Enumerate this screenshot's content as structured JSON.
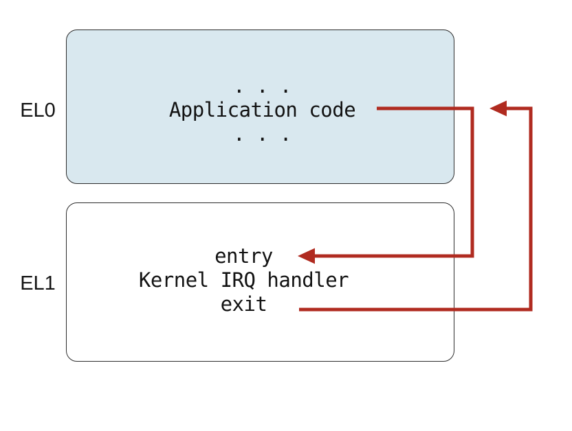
{
  "colors": {
    "arrow_red": "#b02b20",
    "el0_fill": "#d9e8ef",
    "el1_fill": "#ffffff",
    "box_border": "#2b2b2b",
    "text": "#121212",
    "background": "#ffffff"
  },
  "levels": {
    "el0": {
      "label": "EL0",
      "dots_top": ". . .",
      "text": "Application code",
      "dots_bottom": ". . ."
    },
    "el1": {
      "label": "EL1",
      "entry": "entry",
      "text": "Kernel IRQ handler",
      "exit": "exit"
    }
  },
  "arrows": [
    {
      "name": "irq-taken",
      "from": "Application code (EL0)",
      "to": "entry (EL1)",
      "color": "#b02b20"
    },
    {
      "name": "irq-return",
      "from": "exit (EL1)",
      "to": "Application code (EL0)",
      "color": "#b02b20"
    }
  ]
}
